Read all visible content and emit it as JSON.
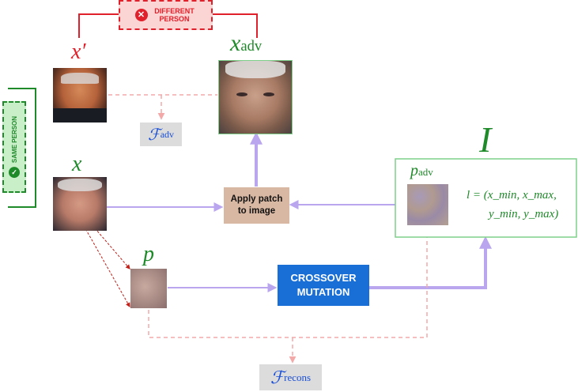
{
  "badges": {
    "different": "DIFFERENT PERSON",
    "same": "SAME PERSON"
  },
  "labels": {
    "x_prime": "x′",
    "x_adv_main": "x",
    "x_adv_sub": "adv",
    "x": "x",
    "p": "p",
    "I": "I",
    "p_adv_main": "p",
    "p_adv_sub": "adv",
    "f_adv_main": "ℱ",
    "f_adv_sub": "adv",
    "f_recons_main": "ℱ",
    "f_recons_sub": "recons",
    "location_line1": "l = (x_min, x_max,",
    "location_line2": "y_min, y_max)"
  },
  "boxes": {
    "apply_patch": "Apply patch to image",
    "crossover": "CROSSOVER MUTATION"
  },
  "colors": {
    "green": "#1f8a2a",
    "red": "#e0202a",
    "blue": "#1a4fd6",
    "lavender": "#b9a6ee",
    "pink": "#f4a9a9",
    "tan": "#d9b8a3",
    "button_blue": "#1a6fd6",
    "gray_box": "#dcdcdc"
  }
}
